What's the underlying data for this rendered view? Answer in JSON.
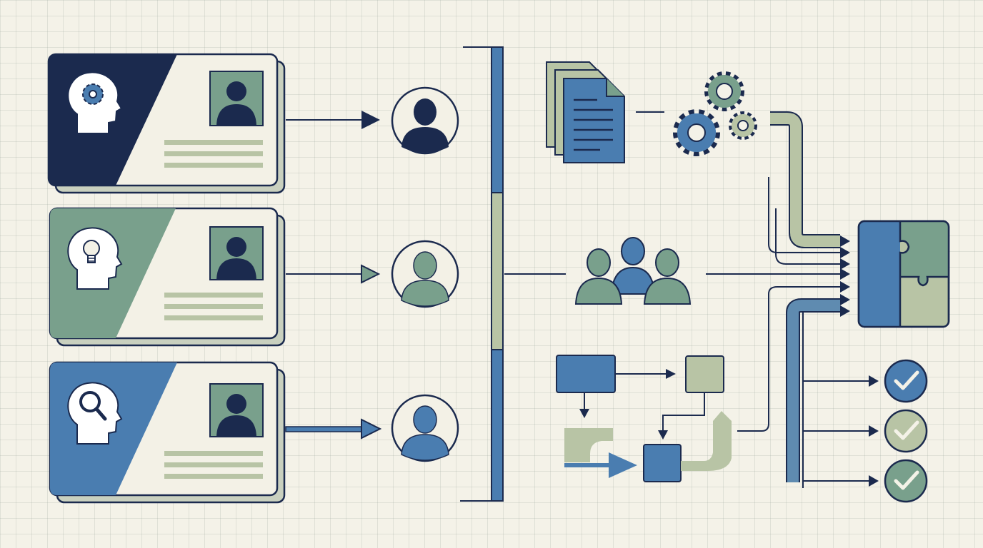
{
  "colors": {
    "navy": "#1b2a4e",
    "blue": "#4a7db0",
    "sage": "#79a08c",
    "light_sage": "#b8c4a5",
    "paper": "#f4f2e8",
    "card_face": "#f3f1e6"
  },
  "profile_cards": [
    {
      "theme": "navy",
      "icon": "head-gear-icon"
    },
    {
      "theme": "sage",
      "icon": "head-lightbulb-icon"
    },
    {
      "theme": "blue",
      "icon": "head-magnifier-icon"
    }
  ],
  "person_nodes": [
    {
      "color": "navy"
    },
    {
      "color": "sage"
    },
    {
      "color": "blue"
    }
  ],
  "right_side": {
    "top": {
      "icons": [
        "documents-icon",
        "gears-icon"
      ]
    },
    "middle": {
      "icon": "team-icon"
    },
    "bottom": {
      "icon": "flowchart-icon"
    },
    "result": {
      "icon": "puzzle-icon"
    },
    "outcomes": [
      {
        "icon": "check-circle-icon",
        "color": "navy"
      },
      {
        "icon": "check-circle-icon",
        "color": "light_sage"
      },
      {
        "icon": "check-circle-icon",
        "color": "sage"
      }
    ]
  }
}
